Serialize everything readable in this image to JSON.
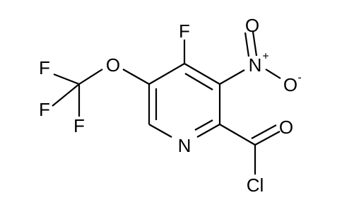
{
  "molecule": {
    "atoms": {
      "fluorine_ring": "F",
      "nitro_nitrogen": "N",
      "nitro_plus": "+",
      "nitro_oxygen_top": "O",
      "nitro_oxygen_right": "O",
      "nitro_minus": "-",
      "ether_oxygen": "O",
      "cf3_fluorine_top": "F",
      "cf3_fluorine_left": "F",
      "cf3_fluorine_bottom": "F",
      "ring_nitrogen": "N",
      "carbonyl_oxygen": "O",
      "chlorine": "Cl"
    },
    "colors": {
      "bond": "#000000",
      "label": "#000000",
      "background": "#ffffff"
    }
  }
}
